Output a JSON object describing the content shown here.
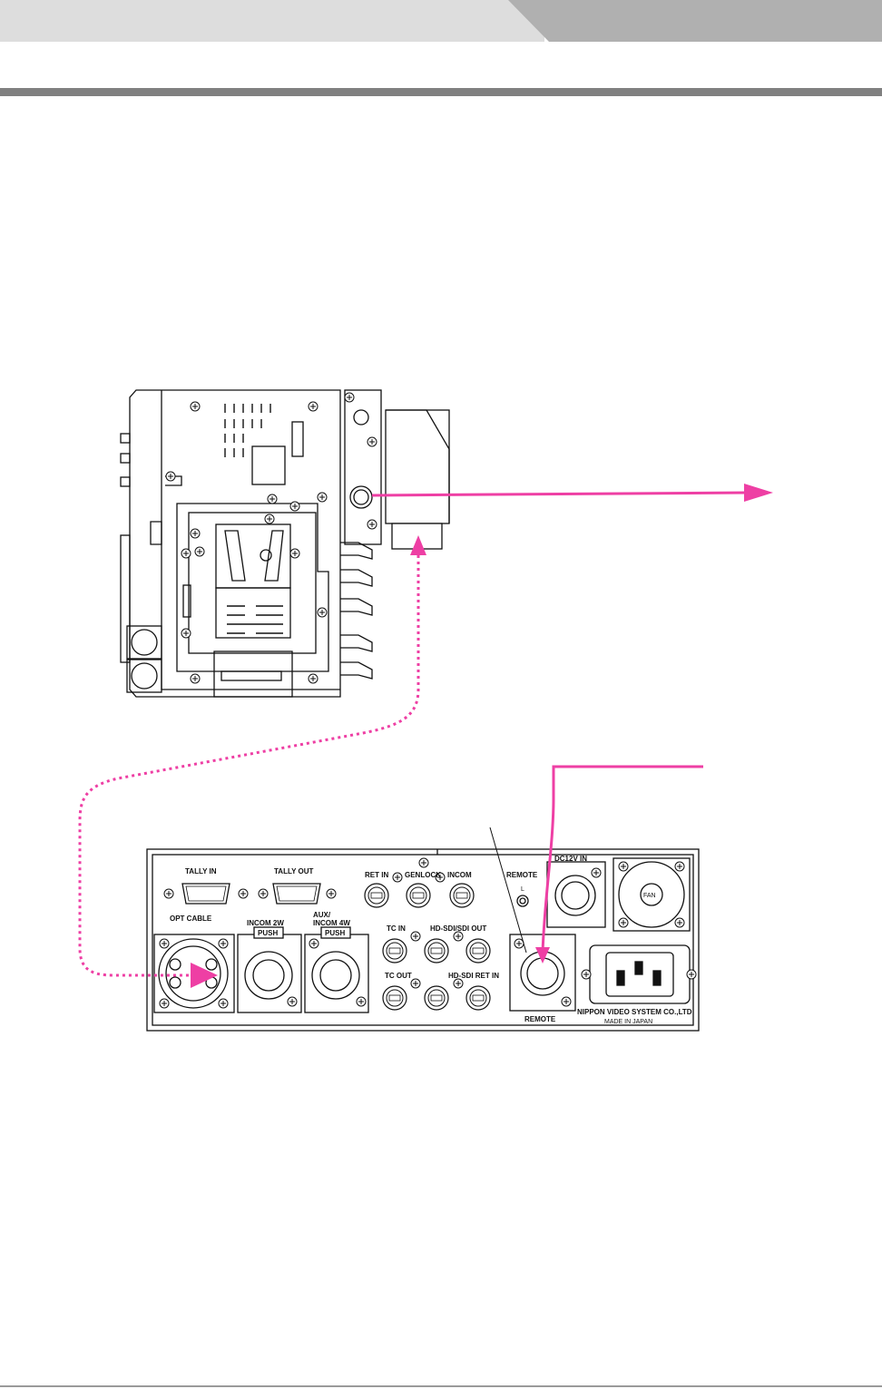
{
  "colors": {
    "header_light": "#dddddd",
    "header_dark": "#b0b0b0",
    "rule": "#808080",
    "cable_magenta": "#ee3fa4",
    "line": "#111111"
  },
  "base_station": {
    "tally_in": "TALLY IN",
    "tally_out": "TALLY OUT",
    "ret_in": "RET IN",
    "genlock": "GENLOCK",
    "incom": "INCOM",
    "remote_top": "REMOTE",
    "remote_lamp": "L",
    "dc12v_in": "DC12V IN",
    "fan": "FAN",
    "opt_cable": "OPT CABLE",
    "incom_2w": "INCOM 2W",
    "push_1": "PUSH",
    "aux_1": "AUX/",
    "incom_4w": "INCOM 4W",
    "push_2": "PUSH",
    "tc_in": "TC IN",
    "hdsdi_out": "HD-SDI/SDI OUT",
    "tc_out": "TC OUT",
    "hdsdi_ret_in": "HD-SDI RET IN",
    "remote_bottom": "REMOTE",
    "maker": "NIPPON VIDEO SYSTEM CO.,LTD",
    "made_in": "MADE IN JAPAN"
  },
  "icons": [
    "screw-icon",
    "xlr-connector-icon",
    "bnc-connector-icon",
    "dsub-connector-icon",
    "fan-icon",
    "power-inlet-icon",
    "arrow-icon"
  ]
}
